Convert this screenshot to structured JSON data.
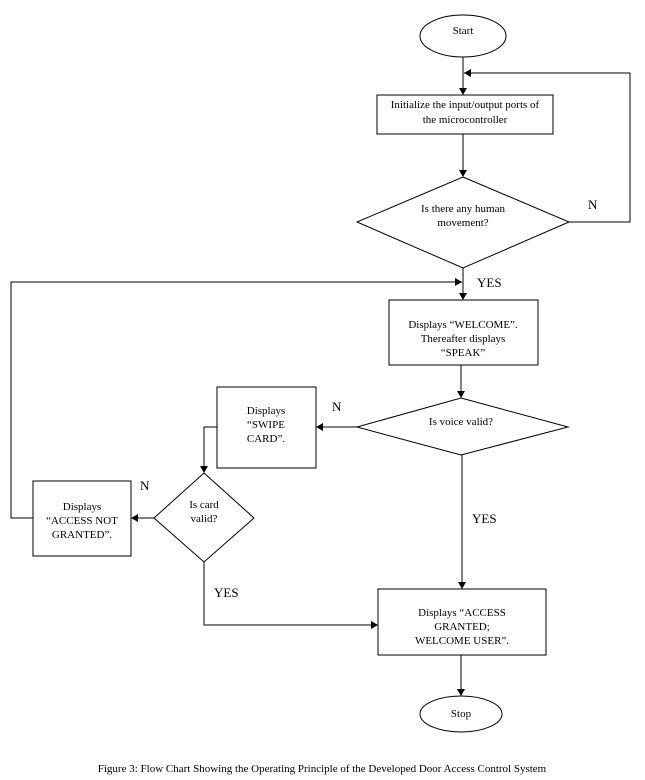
{
  "nodes": {
    "start": [
      "Start"
    ],
    "init": [
      "Initialize the input/output ports of",
      "the microcontroller"
    ],
    "movement": [
      "Is there any human",
      "movement?"
    ],
    "welcome": [
      "Displays “WELCOME”.",
      "Thereafter displays",
      "“SPEAK”"
    ],
    "voice": [
      "Is voice valid?"
    ],
    "swipe": [
      "Displays",
      "“SWIPE",
      "CARD”."
    ],
    "card": [
      "Is card",
      "valid?"
    ],
    "denied": [
      "Displays",
      "“ACCESS NOT",
      "GRANTED”."
    ],
    "granted": [
      "Displays “ACCESS",
      "GRANTED;",
      "WELCOME USER”."
    ],
    "stop": [
      "Stop"
    ]
  },
  "edge_labels": {
    "movement_no": "N",
    "movement_yes": "YES",
    "voice_no": "N",
    "voice_yes": "YES",
    "card_no": "N",
    "card_yes": "YES"
  },
  "caption": "Figure 3: Flow Chart Showing the Operating Principle of the Developed Door Access Control System"
}
